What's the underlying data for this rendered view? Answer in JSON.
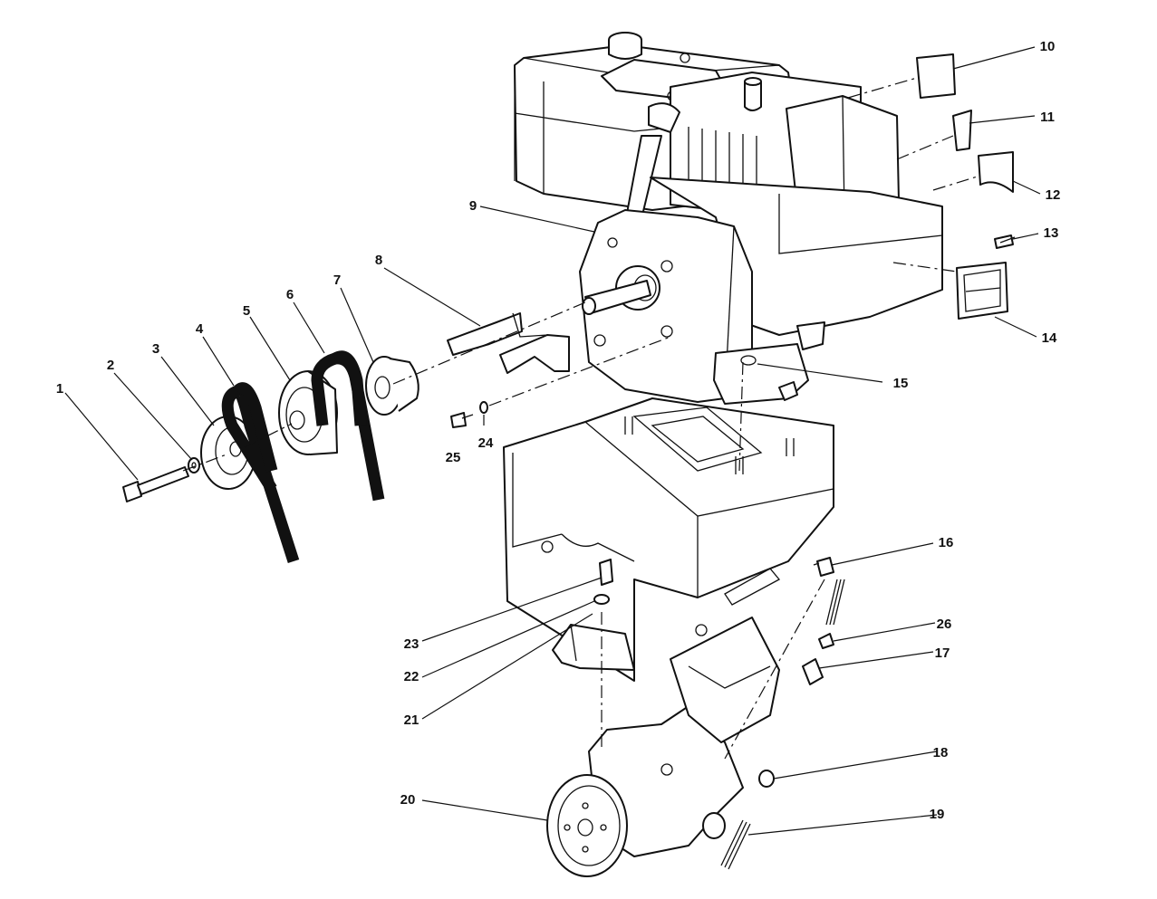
{
  "diagram": {
    "callouts": [
      {
        "id": "1",
        "label": "1"
      },
      {
        "id": "2",
        "label": "2"
      },
      {
        "id": "3",
        "label": "3"
      },
      {
        "id": "4",
        "label": "4"
      },
      {
        "id": "5",
        "label": "5"
      },
      {
        "id": "6",
        "label": "6"
      },
      {
        "id": "7",
        "label": "7"
      },
      {
        "id": "8",
        "label": "8"
      },
      {
        "id": "9",
        "label": "9"
      },
      {
        "id": "10",
        "label": "10"
      },
      {
        "id": "11",
        "label": "11"
      },
      {
        "id": "12",
        "label": "12"
      },
      {
        "id": "13",
        "label": "13"
      },
      {
        "id": "14",
        "label": "14"
      },
      {
        "id": "15",
        "label": "15"
      },
      {
        "id": "16",
        "label": "16"
      },
      {
        "id": "17",
        "label": "17"
      },
      {
        "id": "18",
        "label": "18"
      },
      {
        "id": "19",
        "label": "19"
      },
      {
        "id": "20",
        "label": "20"
      },
      {
        "id": "21",
        "label": "21"
      },
      {
        "id": "22",
        "label": "22"
      },
      {
        "id": "23",
        "label": "23"
      },
      {
        "id": "24",
        "label": "24"
      },
      {
        "id": "25",
        "label": "25"
      },
      {
        "id": "26",
        "label": "26"
      }
    ]
  }
}
